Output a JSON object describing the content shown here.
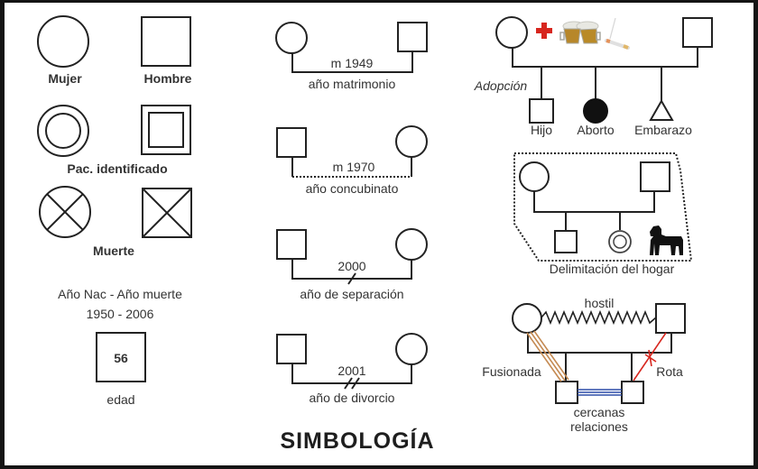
{
  "title": "SIMBOLOGÍA",
  "basic_symbols": {
    "female_label": "Mujer",
    "male_label": "Hombre",
    "index_patient_label": "Pac. identificado",
    "death_label": "Muerte",
    "lifespan_header": "Año Nac - Año muerte",
    "lifespan_value": "1950 - 2006",
    "age_value": "56",
    "age_label": "edad"
  },
  "unions": [
    {
      "year_text": "m 1949",
      "label": "año matrimonio",
      "type": "marriage"
    },
    {
      "year_text": "m 1970",
      "label": "año concubinato",
      "type": "cohabitation"
    },
    {
      "year_text": "2000",
      "label": "año de separación",
      "type": "separation"
    },
    {
      "year_text": "2001",
      "label": "año de divorcio",
      "type": "divorce"
    }
  ],
  "family": {
    "adoption_label": "Adopción",
    "children": [
      {
        "label": "Hijo",
        "symbol": "square"
      },
      {
        "label": "Aborto",
        "symbol": "filled-circle"
      },
      {
        "label": "Embarazo",
        "symbol": "triangle"
      }
    ],
    "health_icons": [
      "red-cross-icon",
      "beer-mugs-icon",
      "cigarette-icon"
    ]
  },
  "household": {
    "label": "Delimitación del hogar",
    "pet": "dog-icon"
  },
  "relations": {
    "hostile_label": "hostil",
    "fused_label": "Fusionada",
    "broken_label": "Rota",
    "close_label_1": "cercanas",
    "close_label_2": "relaciones"
  },
  "colors": {
    "red": "#d7261e",
    "fused": "#c48a52",
    "close": "#2f4fa8",
    "frame": "#141414"
  }
}
